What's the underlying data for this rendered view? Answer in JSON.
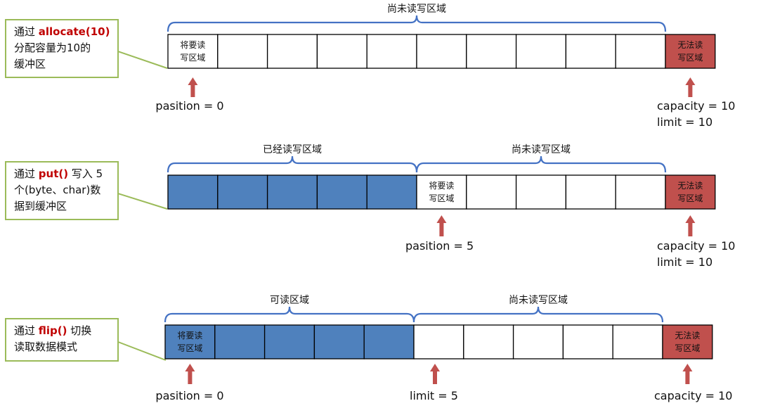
{
  "colors": {
    "filled": "#4f81bd",
    "unavailable": "#c0504d",
    "arrow": "#c0504d",
    "brace": "#4472c4",
    "callout_border": "#9bbb59",
    "cell_border": "#000000"
  },
  "labels": {
    "to_read_write": [
      "将要读",
      "写区域"
    ],
    "unavailable": [
      "无法读",
      "写区域"
    ]
  },
  "rows": [
    {
      "callout": {
        "prefix": "通过 ",
        "keyword": "allocate(10)",
        "lines_after": [
          "分配容量为10的",
          "缓冲区"
        ]
      },
      "cells": [
        "label",
        "empty",
        "empty",
        "empty",
        "empty",
        "empty",
        "empty",
        "empty",
        "empty",
        "empty",
        "unavailable"
      ],
      "braces": [
        {
          "label": "尚未读写区域"
        }
      ],
      "pointers": [
        {
          "lines": [
            "pasition = 0"
          ]
        },
        {
          "lines": [
            "capacity = 10",
            "limit = 10"
          ]
        }
      ]
    },
    {
      "callout": {
        "prefix": "通过 ",
        "keyword": "put()",
        "suffix": " 写入 5",
        "lines_after": [
          "个(byte、char)数",
          "据到缓冲区"
        ]
      },
      "cells": [
        "filled",
        "filled",
        "filled",
        "filled",
        "filled",
        "label",
        "empty",
        "empty",
        "empty",
        "empty",
        "unavailable"
      ],
      "braces": [
        {
          "label": "已经读写区域"
        },
        {
          "label": "尚未读写区域"
        }
      ],
      "pointers": [
        {
          "lines": [
            "pasition = 5"
          ]
        },
        {
          "lines": [
            "capacity = 10",
            "limit = 10"
          ]
        }
      ]
    },
    {
      "callout": {
        "prefix": "通过 ",
        "keyword": "flip()",
        "suffix": " 切换",
        "lines_after": [
          "读取数据模式"
        ]
      },
      "cells": [
        "filled-label",
        "filled",
        "filled",
        "filled",
        "filled",
        "empty",
        "empty",
        "empty",
        "empty",
        "empty",
        "unavailable"
      ],
      "braces": [
        {
          "label": "可读区域"
        },
        {
          "label": "尚未读写区域"
        }
      ],
      "pointers": [
        {
          "lines": [
            "pasition = 0"
          ]
        },
        {
          "lines": [
            "limit = 5"
          ]
        },
        {
          "lines": [
            "capacity = 10"
          ]
        }
      ]
    }
  ]
}
